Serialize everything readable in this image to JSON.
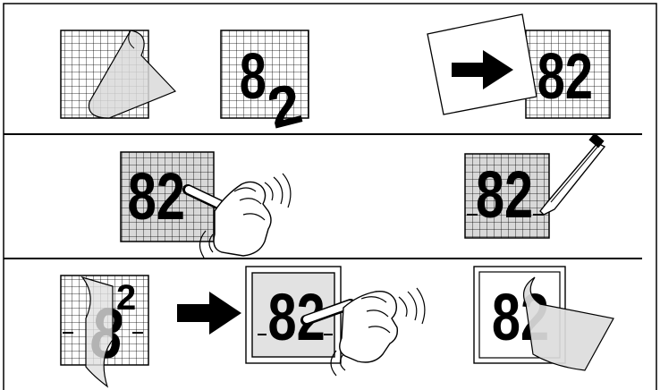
{
  "figure": {
    "step1": {
      "top_digit": "8",
      "bottom_digit": "2"
    },
    "step2": {
      "number": "82"
    },
    "step3": {
      "number": "82"
    },
    "step4": {
      "number": "82"
    },
    "step5": {
      "top_digit": "8",
      "corner_digit": "2"
    },
    "step6": {
      "number": "82"
    },
    "step7": {
      "number": "82"
    }
  }
}
